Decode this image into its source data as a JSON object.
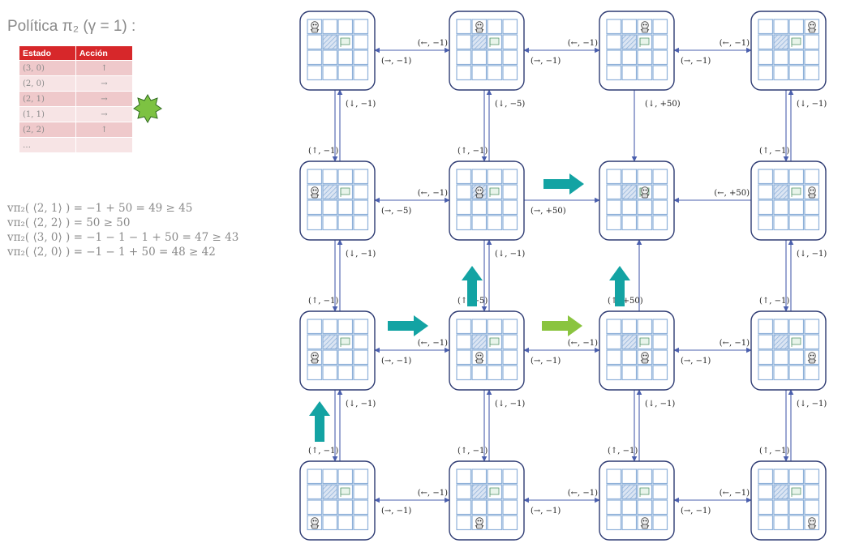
{
  "title": "Política π₂ (γ = 1) :",
  "table": {
    "headers": [
      "Estado",
      "Acción"
    ],
    "rows": [
      {
        "estado": "(3, 0)",
        "accion": "↑"
      },
      {
        "estado": "(2, 0)",
        "accion": "→"
      },
      {
        "estado": "(2, 1)",
        "accion": "→"
      },
      {
        "estado": "(1, 1)",
        "accion": "→"
      },
      {
        "estado": "(2, 2)",
        "accion": "↑"
      },
      {
        "estado": "…",
        "accion": ""
      }
    ]
  },
  "equations": [
    "vπ₂( ⟨2, 1⟩ ) = −1 + 50 = 49  ≥ 45",
    "vπ₂( ⟨2, 2⟩ ) = 50 ≥ 50",
    "vπ₂( ⟨3, 0⟩ ) = −1 − 1 − 1 + 50 = 47 ≥ 43",
    "vπ₂( ⟨2, 0⟩ ) = −1 − 1 + 50 = 48 ≥ 42"
  ],
  "colors": {
    "teal": "#13a3a3",
    "green": "#8ac43f",
    "star": "#7dc242",
    "frame": "#2e3b73",
    "arrow": "#4a5fae",
    "cell": "#8fb1d9"
  },
  "states": [
    {
      "row": 0,
      "col": 0,
      "agent": [
        0,
        0
      ]
    },
    {
      "row": 0,
      "col": 1,
      "agent": [
        0,
        1
      ]
    },
    {
      "row": 0,
      "col": 2,
      "agent": [
        0,
        2
      ]
    },
    {
      "row": 0,
      "col": 3,
      "agent": [
        0,
        3
      ]
    },
    {
      "row": 1,
      "col": 0,
      "agent": [
        1,
        0
      ]
    },
    {
      "row": 1,
      "col": 1,
      "agent": [
        1,
        1
      ]
    },
    {
      "row": 1,
      "col": 2,
      "agent": [
        1,
        2
      ]
    },
    {
      "row": 1,
      "col": 3,
      "agent": [
        1,
        3
      ]
    },
    {
      "row": 2,
      "col": 0,
      "agent": [
        2,
        0
      ]
    },
    {
      "row": 2,
      "col": 1,
      "agent": [
        2,
        1
      ]
    },
    {
      "row": 2,
      "col": 2,
      "agent": [
        2,
        2
      ]
    },
    {
      "row": 2,
      "col": 3,
      "agent": [
        2,
        3
      ]
    },
    {
      "row": 3,
      "col": 0,
      "agent": [
        3,
        0
      ]
    },
    {
      "row": 3,
      "col": 1,
      "agent": [
        3,
        1
      ]
    },
    {
      "row": 3,
      "col": 2,
      "agent": [
        3,
        2
      ]
    },
    {
      "row": 3,
      "col": 3,
      "agent": [
        3,
        3
      ]
    }
  ],
  "horizontal_labels": [
    {
      "row": 0,
      "gap": 0,
      "left": "(←, −1)",
      "right": "(→, −1)"
    },
    {
      "row": 0,
      "gap": 1,
      "left": "(←, −1)",
      "right": "(→, −1)"
    },
    {
      "row": 0,
      "gap": 2,
      "left": "(←, −1)",
      "right": "(→, −1)"
    },
    {
      "row": 1,
      "gap": 0,
      "left": "(←, −1)",
      "right": "(→, −5)"
    },
    {
      "row": 1,
      "gap": 1,
      "left": "",
      "right": "(→, +50)"
    },
    {
      "row": 1,
      "gap": 2,
      "left": "(←, +50)",
      "right": ""
    },
    {
      "row": 2,
      "gap": 0,
      "left": "(←, −1)",
      "right": "(→, −1)"
    },
    {
      "row": 2,
      "gap": 1,
      "left": "(←, −1)",
      "right": "(→, −1)"
    },
    {
      "row": 2,
      "gap": 2,
      "left": "(←, −1)",
      "right": "(→, −1)"
    },
    {
      "row": 3,
      "gap": 0,
      "left": "(←, −1)",
      "right": "(→, −1)"
    },
    {
      "row": 3,
      "gap": 1,
      "left": "(←, −1)",
      "right": "(→, −1)"
    },
    {
      "row": 3,
      "gap": 2,
      "left": "(←, −1)",
      "right": "(→, −1)"
    }
  ],
  "vertical_labels": [
    {
      "col": 0,
      "gap": 0,
      "down": "(↓, −1)",
      "up": "(↑, −1)"
    },
    {
      "col": 1,
      "gap": 0,
      "down": "(↓, −5)",
      "up": "(↑, −1)"
    },
    {
      "col": 2,
      "gap": 0,
      "down": "(↓, +50)",
      "up": ""
    },
    {
      "col": 3,
      "gap": 0,
      "down": "(↓, −1)",
      "up": "(↑, −1)"
    },
    {
      "col": 0,
      "gap": 1,
      "down": "(↓, −1)",
      "up": "(↑, −1)"
    },
    {
      "col": 1,
      "gap": 1,
      "down": "(↓, −1)",
      "up": "(↑, −5)"
    },
    {
      "col": 2,
      "gap": 1,
      "down": "",
      "up": "(↑, +50)"
    },
    {
      "col": 3,
      "gap": 1,
      "down": "(↓, −1)",
      "up": "(↑, −1)"
    },
    {
      "col": 0,
      "gap": 2,
      "down": "(↓, −1)",
      "up": "(↑, −1)"
    },
    {
      "col": 1,
      "gap": 2,
      "down": "(↓, −1)",
      "up": "(↑, −1)"
    },
    {
      "col": 2,
      "gap": 2,
      "down": "(↓, −1)",
      "up": "(↑, −1)"
    },
    {
      "col": 3,
      "gap": 2,
      "down": "(↓, −1)",
      "up": "(↑, −1)"
    }
  ],
  "policy_arrows": [
    {
      "name": "policy-arrow-3-0",
      "color": "teal",
      "from_state": [
        3,
        0
      ],
      "dir": "up"
    },
    {
      "name": "policy-arrow-2-0",
      "color": "teal",
      "from_state": [
        2,
        0
      ],
      "dir": "right"
    },
    {
      "name": "policy-arrow-2-1-up",
      "color": "teal",
      "from_state": [
        2,
        1
      ],
      "dir": "up"
    },
    {
      "name": "policy-arrow-2-1-right",
      "color": "green",
      "from_state": [
        2,
        1
      ],
      "dir": "right"
    },
    {
      "name": "policy-arrow-2-2",
      "color": "teal",
      "from_state": [
        2,
        2
      ],
      "dir": "up"
    },
    {
      "name": "policy-arrow-1-1",
      "color": "teal",
      "from_state": [
        1,
        1
      ],
      "dir": "right"
    }
  ]
}
